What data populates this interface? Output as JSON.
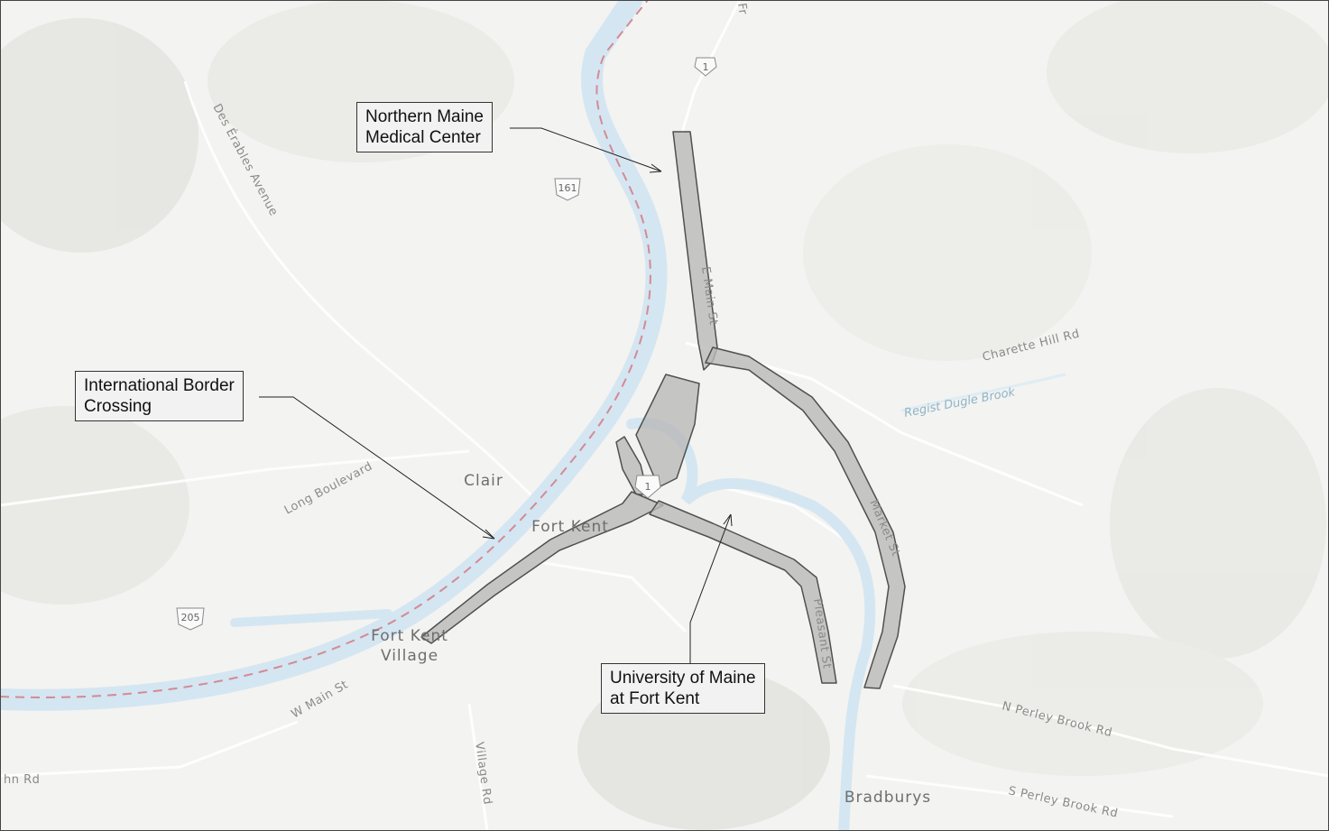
{
  "map": {
    "colors": {
      "land": "#f3f3f1",
      "water": "#d4e6f1",
      "road": "#ffffff",
      "highlight_fill": "#b9b9b9",
      "highlight_stroke": "#505050",
      "border_line": "#d48a95"
    },
    "callouts": {
      "medical_center": [
        "Northern Maine",
        "Medical Center"
      ],
      "border_crossing": [
        "International Border",
        "Crossing"
      ],
      "university": [
        "University of Maine",
        "at Fort Kent"
      ]
    },
    "places": {
      "clair": "Clair",
      "fort_kent": "Fort Kent",
      "fort_kent_village_1": "Fort Kent",
      "fort_kent_village_2": "Village",
      "bradburys": "Bradburys"
    },
    "roads": {
      "des_erables": "Des Érables Avenue",
      "long_boulevard": "Long Boulevard",
      "e_main": "E Main St",
      "market": "Market St",
      "pleasant": "Pleasant St",
      "charette_hill": "Charette Hill Rd",
      "w_main": "W Main St",
      "village_rd": "Village Rd",
      "n_perley": "N Perley Brook Rd",
      "s_perley": "S Perley Brook Rd",
      "hn_rd": "hn Rd",
      "fr_top": "Fr"
    },
    "water_labels": {
      "brook": "Regist Dugle Brook"
    },
    "shields": {
      "us1_top": "1",
      "us1_center": "1",
      "route161": "161",
      "route205": "205"
    }
  }
}
